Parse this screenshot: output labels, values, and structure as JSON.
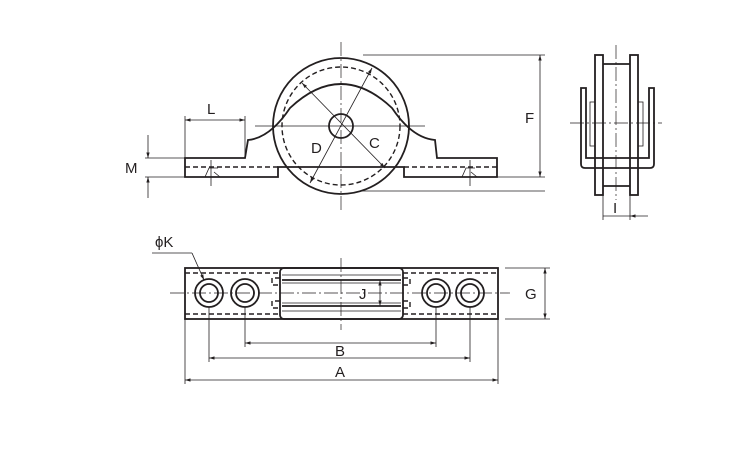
{
  "labels": {
    "L": "L",
    "M": "M",
    "D": "D",
    "C": "C",
    "F": "F",
    "I": "I",
    "K": "ϕK",
    "J": "J",
    "G": "G",
    "B": "B",
    "A": "A"
  },
  "colors": {
    "line": "#231f20",
    "background": "#ffffff"
  }
}
